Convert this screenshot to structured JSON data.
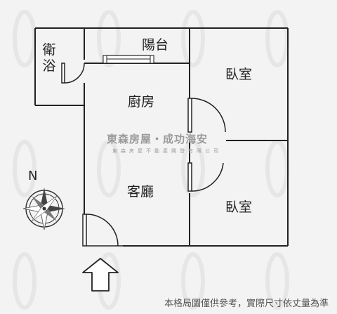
{
  "rooms": {
    "bathroom": "衛浴",
    "balcony": "陽台",
    "kitchen": "廚房",
    "bedroom_top": "臥室",
    "living": "客廳",
    "bedroom_bottom": "臥室"
  },
  "watermark": {
    "company": "東森房屋・成功海安",
    "subtitle": "東森房屋不動產開發有限公司"
  },
  "compass": {
    "north": "N"
  },
  "footer": {
    "note": "本格局圖僅供參考，實際尺寸依丈量為準"
  },
  "colors": {
    "wall": "#222222",
    "background": "#f3f3f3",
    "watermark": "#9a9a9a"
  },
  "icons": [
    "compass-rose-icon",
    "entrance-arrow-icon",
    "door-swing-icon",
    "window-icon"
  ]
}
